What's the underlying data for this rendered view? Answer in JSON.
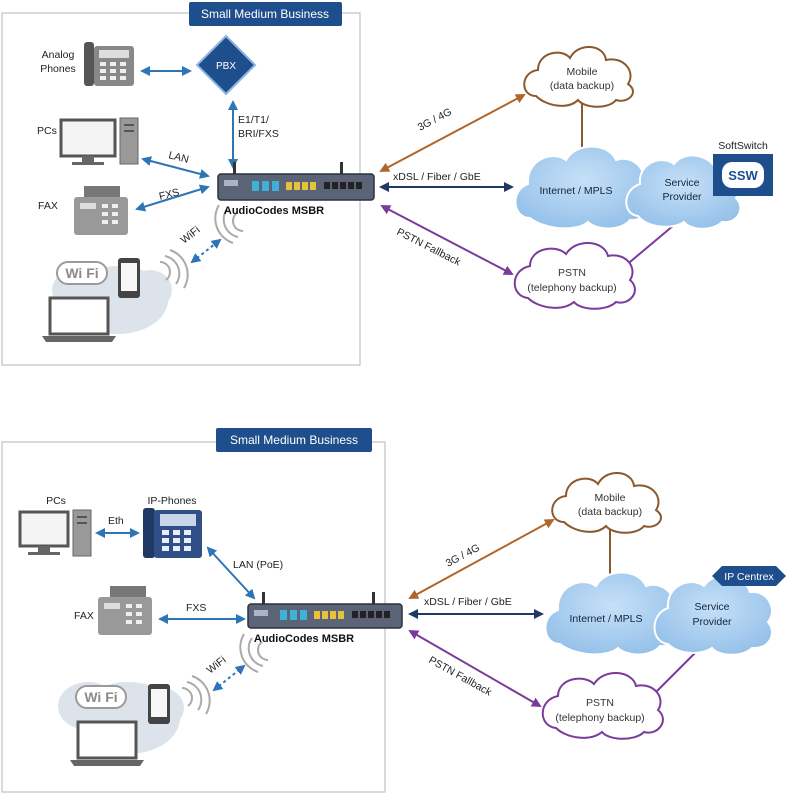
{
  "diagram1": {
    "header": "Small Medium Business",
    "analog_phones": [
      "Analog",
      "Phones"
    ],
    "pbx": "PBX",
    "trunk_label": [
      "E1/T1/",
      "BRI/FXS"
    ],
    "pcs": "PCs",
    "lan": "LAN",
    "fax": "FAX",
    "fxs": "FXS",
    "wifi": "WiFi",
    "wifi_logo": "Wi Fi",
    "device": "AudioCodes MSBR",
    "link_3g": "3G / 4G",
    "link_xdsl": "xDSL / Fiber  / GbE",
    "link_pstn": "PSTN Fallback",
    "mobile": [
      "Mobile",
      "(data backup)"
    ],
    "internet": "Internet / MPLS",
    "provider": [
      "Service",
      "Provider"
    ],
    "pstn": [
      "PSTN",
      "(telephony backup)"
    ],
    "softswitch": "SoftSwitch",
    "ssw": "SSW"
  },
  "diagram2": {
    "header": "Small Medium Business",
    "pcs": "PCs",
    "eth": "Eth",
    "ip_phones": "IP-Phones",
    "lan_poe": "LAN (PoE)",
    "fax": "FAX",
    "fxs": "FXS",
    "wifi": "WiFi",
    "wifi_logo": "Wi Fi",
    "device": "AudioCodes MSBR",
    "link_3g": "3G / 4G",
    "link_xdsl": "xDSL / Fiber  / GbE",
    "link_pstn": "PSTN Fallback",
    "mobile": [
      "Mobile",
      "(data backup)"
    ],
    "internet": "Internet / MPLS",
    "provider": [
      "Service",
      "Provider"
    ],
    "pstn": [
      "PSTN",
      "(telephony backup)"
    ],
    "ip_centrex": "IP Centrex"
  },
  "colors": {
    "blue_arrow": "#2e75b6",
    "navy_arrow": "#1f3864",
    "brown_arrow": "#b0652a",
    "purple_arrow": "#7a3b9b",
    "header_bg": "#1f4e8c",
    "cloud_blue": "#a9cdef"
  }
}
